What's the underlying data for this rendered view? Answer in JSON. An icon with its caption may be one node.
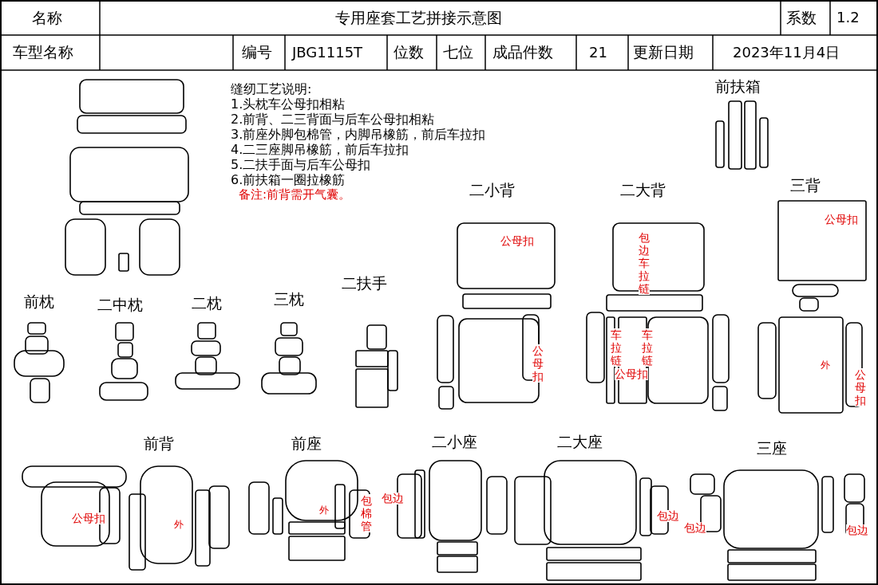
{
  "diagram": {
    "labels": [
      "名称",
      "专用座套工艺拼接示意图",
      "系数",
      "1.2",
      "车型名称",
      "编号",
      "JBG1115T",
      "位数",
      "七位",
      "成品件数",
      "21",
      "更新日期",
      "2023年11月4日",
      "缝纫工艺说明:",
      "1.头枕车公母扣相粘",
      "2.前背、二三背面与后车公母扣相粘",
      "3.前座外脚包棉管，内脚吊橡筋，前后车拉扣",
      "4.二三座脚吊橡筋，前后车拉扣",
      "5.二扶手面与后车公母扣",
      "6.前扶箱一圈拉橡筋",
      "备注:前背需开气囊。",
      "前扶箱",
      "二小背",
      "二大背",
      "三背",
      "公母扣",
      "公母扣",
      "包边车拉链",
      "前枕",
      "二中枕",
      "二枕",
      "三枕",
      "二扶手",
      "车拉链",
      "车拉链",
      "公母扣",
      "公母扣",
      "外",
      "公母扣",
      "前背",
      "前座",
      "二小座",
      "二大座",
      "三座",
      "公母扣",
      "外",
      "外",
      "包棉管",
      "包边",
      "包边",
      "包边",
      "包边"
    ]
  }
}
